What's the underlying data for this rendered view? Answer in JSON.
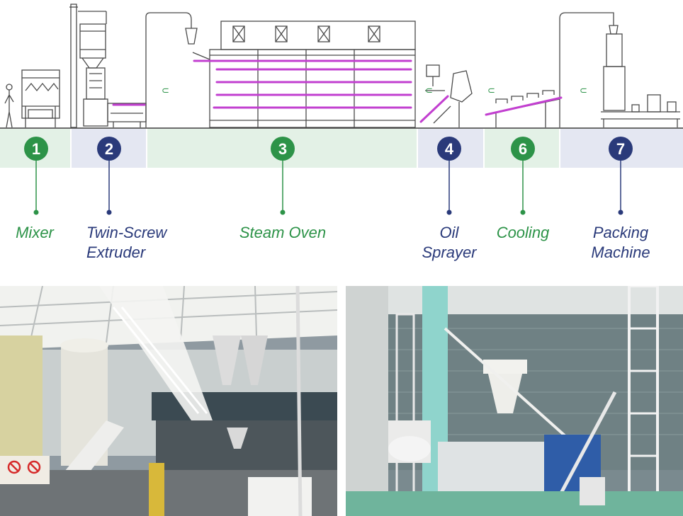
{
  "stages": [
    {
      "number": "1",
      "label_lines": [
        "Mixer"
      ],
      "tone": "green"
    },
    {
      "number": "2",
      "label_lines": [
        "Twin-Screw",
        "Extruder"
      ],
      "tone": "navy"
    },
    {
      "number": "3",
      "label_lines": [
        "Steam Oven"
      ],
      "tone": "green"
    },
    {
      "number": "4",
      "label_lines": [
        "Oil",
        "Sprayer"
      ],
      "tone": "navy"
    },
    {
      "number": "6",
      "label_lines": [
        "Cooling"
      ],
      "tone": "green"
    },
    {
      "number": "7",
      "label_lines": [
        "Packing",
        "Machine"
      ],
      "tone": "navy"
    }
  ],
  "colors": {
    "green": "#2d9348",
    "navy": "#2a3a7a",
    "band_green": "#e3f1e6",
    "band_navy": "#e4e7f2",
    "conveyor_magenta": "#c23fd0",
    "outline": "#4a4a4a"
  },
  "icons": [
    "no-entry-sign-icon",
    "no-fire-sign-icon"
  ]
}
